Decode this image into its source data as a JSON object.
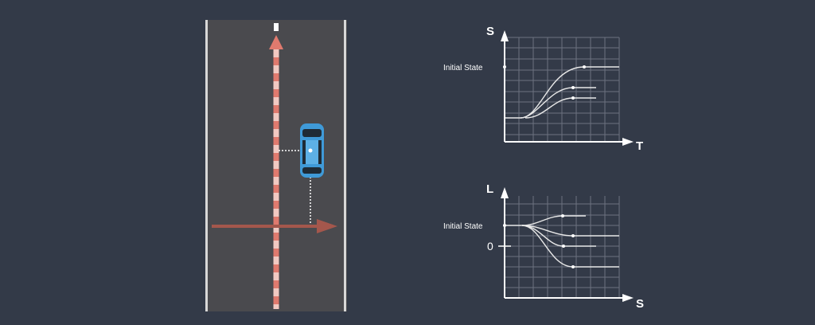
{
  "road_diagram": {
    "colors": {
      "background": "#333a48",
      "road": "#4a4a4e",
      "road_edge": "#d8d8d8",
      "reference_line": "#e07a6e",
      "reference_dash": "#f2c9c2",
      "s_axis_arrow": "#a4574c",
      "car_body": "#3f9ad8",
      "car_window": "#1f2b36",
      "projection": "#ffffff"
    },
    "icons": [
      "car-icon",
      "arrow-up-icon",
      "arrow-right-icon"
    ]
  },
  "st_chart": {
    "y_axis_label": "S",
    "x_axis_label": "T",
    "state_label": "Initial State"
  },
  "ls_chart": {
    "y_axis_label": "L",
    "x_axis_label": "S",
    "state_label": "Initial State",
    "zero_label": "0"
  },
  "chart_colors": {
    "axis": "#ffffff",
    "grid": "#6c7280",
    "curve": "#e8e8e8"
  }
}
